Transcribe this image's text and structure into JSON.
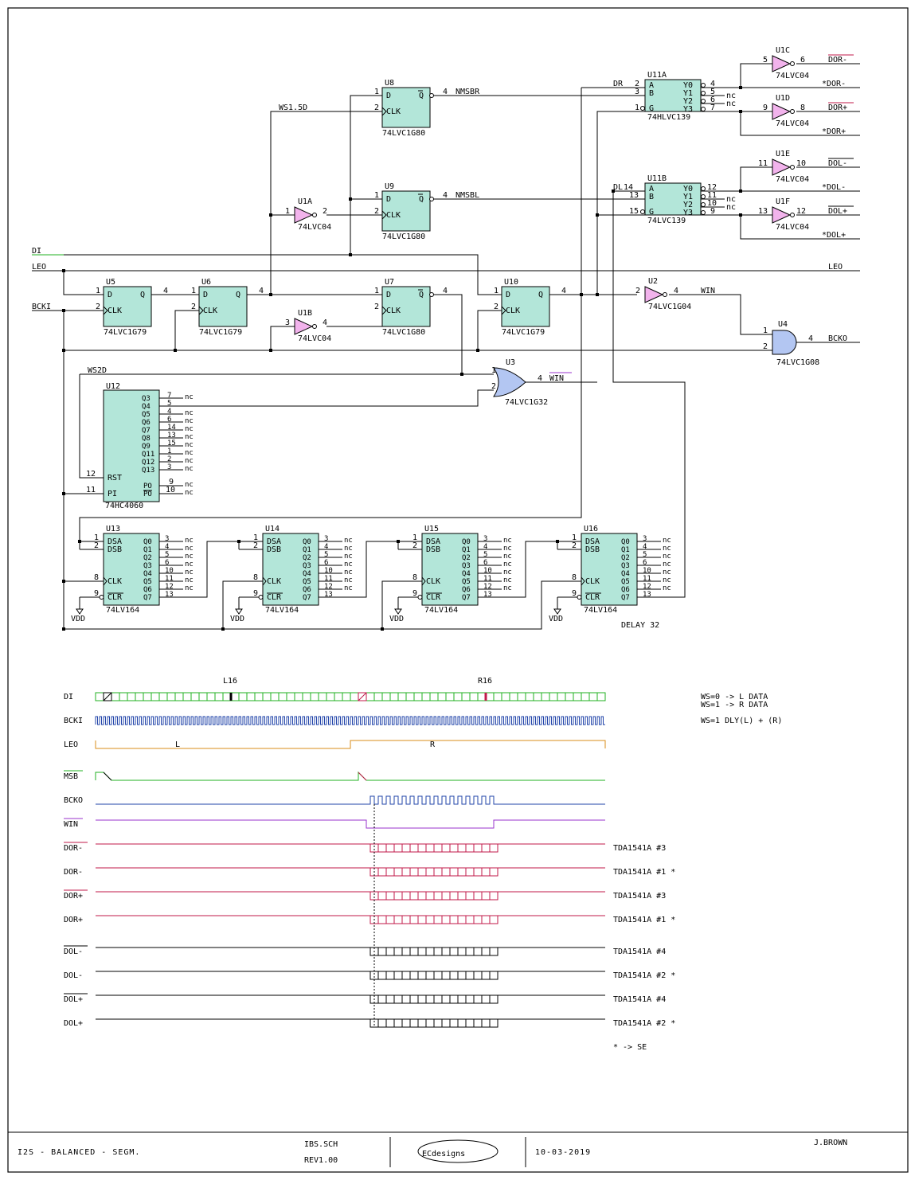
{
  "colors": {
    "chip": "#b3e6d9",
    "inverter": "#f2b3ec",
    "gate": "#b3c6f2",
    "green": "#22b022",
    "orange": "#d98c1a",
    "blue": "#2244aa",
    "red": "#c21a4a",
    "purple": "#9933cc",
    "black": "#000000"
  },
  "chips": {
    "U8": {
      "ref": "U8",
      "part": "74LVC1G80"
    },
    "U9": {
      "ref": "U9",
      "part": "74LVC1G80"
    },
    "U7": {
      "ref": "U7",
      "part": "74LVC1G80"
    },
    "U5": {
      "ref": "U5",
      "part": "74LVC1G79"
    },
    "U6": {
      "ref": "U6",
      "part": "74LVC1G79"
    },
    "U10": {
      "ref": "U10",
      "part": "74LVC1G79"
    },
    "U11A": {
      "ref": "U11A",
      "part": "74HLVC139"
    },
    "U11B": {
      "ref": "U11B",
      "part": "74LVC139"
    },
    "U12": {
      "ref": "U12",
      "part": "74HC4060"
    },
    "U13": {
      "ref": "U13",
      "part": "74LV164"
    },
    "U14": {
      "ref": "U14",
      "part": "74LV164"
    },
    "U15": {
      "ref": "U15",
      "part": "74LV164"
    },
    "U16": {
      "ref": "U16",
      "part": "74LV164"
    },
    "U1A": {
      "ref": "U1A",
      "part": "74LVC04"
    },
    "U1B": {
      "ref": "U1B",
      "part": "74LVC04"
    },
    "U1C": {
      "ref": "U1C",
      "part": "74LVC04"
    },
    "U1D": {
      "ref": "U1D",
      "part": "74LVC04"
    },
    "U1E": {
      "ref": "U1E",
      "part": "74LVC04"
    },
    "U1F": {
      "ref": "U1F",
      "part": "74LVC04"
    },
    "U2": {
      "ref": "U2",
      "part": "74LVC1G04"
    },
    "U3": {
      "ref": "U3",
      "part": "74LVC1G32"
    },
    "U4": {
      "ref": "U4",
      "part": "74LVC1G08"
    }
  },
  "pins": {
    "D": "D",
    "CLK": "CLK",
    "Q": "Q",
    "QN": "Q",
    "A": "A",
    "B": "B",
    "G": "G",
    "Y0": "Y0",
    "Y1": "Y1",
    "Y2": "Y2",
    "Y3": "Y3",
    "DSA": "DSA",
    "DSB": "DSB",
    "CLR": "CLR",
    "RST": "RST",
    "PI": "PI",
    "PO": "PO",
    "Q0": "Q0",
    "Q1": "Q1",
    "Q2": "Q2",
    "Q3": "Q3",
    "Q4": "Q4",
    "Q5": "Q5",
    "Q6": "Q6",
    "Q7": "Q7",
    "nc": "nc",
    "VDD": "VDD"
  },
  "u12_outputs": [
    "Q3",
    "Q4",
    "Q5",
    "Q6",
    "Q7",
    "Q8",
    "Q9",
    "Q11",
    "Q12",
    "Q13"
  ],
  "u12_pin_numbers": [
    "7",
    "5",
    "4",
    "6",
    "14",
    "13",
    "15",
    "1",
    "2",
    "3"
  ],
  "u12_nc_flags": [
    true,
    false,
    true,
    true,
    true,
    true,
    true,
    true,
    true,
    true
  ],
  "shift_pin_numbers": [
    "3",
    "4",
    "5",
    "6",
    "10",
    "11",
    "12",
    "13"
  ],
  "nets": {
    "di": "DI",
    "leo": "LEO",
    "bcki": "BCKI",
    "ws15d": "WS1.5D",
    "ws2d": "WS2D",
    "nmsbr": "NMSBR",
    "nmsbl": "NMSBL",
    "dr": "DR",
    "dl": "DL",
    "win": "WIN",
    "winn": "WIN",
    "bcko": "BCKO",
    "delay": "DELAY 32",
    "outs": [
      "DOR-",
      "*DOR-",
      "DOR+",
      "*DOR+",
      "DOL-",
      "*DOL-",
      "DOL+",
      "*DOL+"
    ]
  },
  "timing": {
    "labels": [
      "DI",
      "BCKI",
      "LEO",
      "MSB",
      "BCKO",
      "WIN",
      "DOR-",
      "DOR-",
      "DOR+",
      "DOR+",
      "DOL-",
      "DOL-",
      "DOL+",
      "DOL+"
    ],
    "targets": [
      "TDA1541A #3",
      "TDA1541A #1  *",
      "TDA1541A #3",
      "TDA1541A #1  *",
      "TDA1541A #4",
      "TDA1541A #2 *",
      "TDA1541A #4",
      "TDA1541A #2 *"
    ],
    "marker_l16": "L16",
    "marker_r16": "R16",
    "seg_l": "L",
    "seg_r": "R",
    "note1": "WS=0 -> L DATA",
    "note2": "WS=1 -> R DATA",
    "note3": "WS=1 DLY(L) + (R)",
    "legend": "* -> SE"
  },
  "title_block": {
    "title": "I2S - BALANCED - SEGM.",
    "file": "IBS.SCH",
    "rev": "REV1.00",
    "logo": "ECdesigns",
    "date": "10-03-2019",
    "author": "J.BROWN"
  }
}
